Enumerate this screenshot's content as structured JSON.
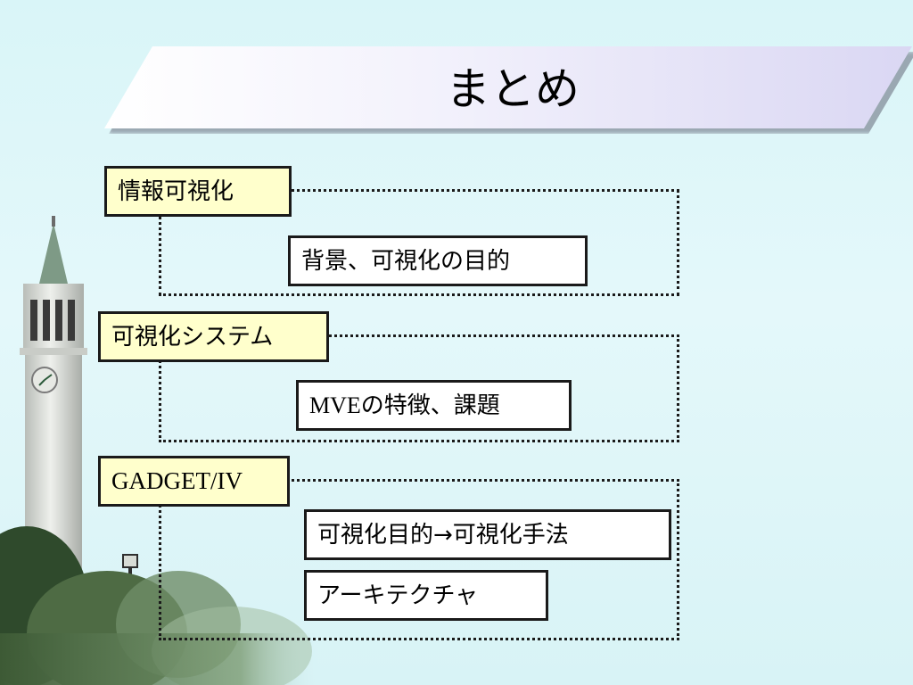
{
  "slide": {
    "title": "まとめ"
  },
  "sections": [
    {
      "header": "情報可視化",
      "items": [
        "背景、可視化の目的"
      ]
    },
    {
      "header": "可視化システム",
      "items": [
        {
          "latin": "MVE",
          "rest": "の特徴、課題"
        }
      ]
    },
    {
      "header": "GADGET/IV",
      "items": [
        "可視化目的→可視化手法",
        "アーキテクチャ"
      ]
    }
  ],
  "colors": {
    "background": "#d9f5f8",
    "header_fill": "#ffffcc",
    "item_fill": "#ffffff",
    "border": "#1a1a1a",
    "title_gradient_end": "#dad7f3"
  },
  "decorations": {
    "background_image": "clock-tower-and-trees"
  }
}
